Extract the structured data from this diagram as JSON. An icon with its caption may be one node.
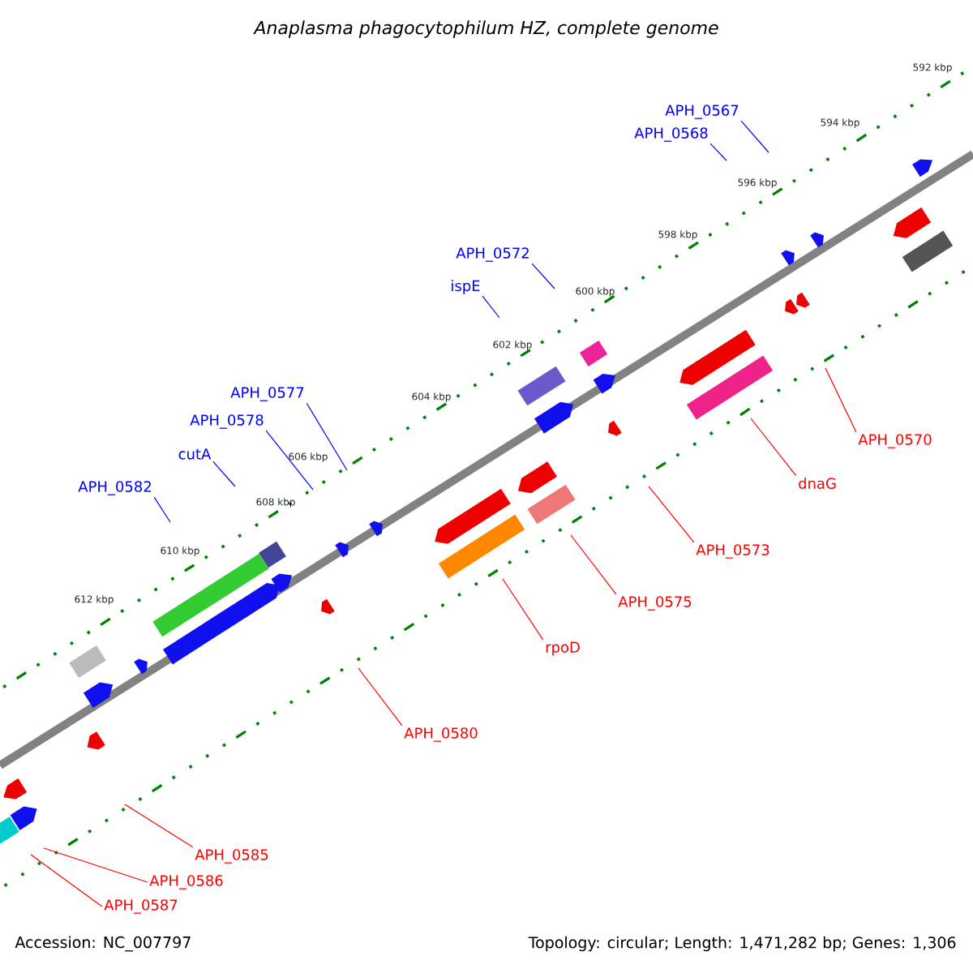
{
  "diagram": {
    "title": "Anaplasma phagocytophilum HZ, complete genome",
    "nodes": [
      {
        "text": [
          "APH_0567"
        ]
      },
      {
        "text": [
          "APH_0568"
        ]
      },
      {
        "text": [
          "APH_0572"
        ]
      },
      {
        "text": [
          "ispE"
        ]
      },
      {
        "text": [
          "APH_0577"
        ]
      },
      {
        "text": [
          "APH_0578"
        ]
      },
      {
        "text": [
          "APH_0570"
        ]
      },
      {
        "text": [
          "cutA"
        ]
      },
      {
        "text": [
          "dnaG"
        ]
      },
      {
        "text": [
          "APH_0582"
        ]
      },
      {
        "text": [
          "APH_0573"
        ]
      },
      {
        "text": [
          "APH_0575"
        ]
      },
      {
        "text": [
          "rpoD"
        ]
      },
      {
        "text": [
          "APH_0580"
        ]
      },
      {
        "text": [
          "APH_0585"
        ]
      },
      {
        "text": [
          "APH_0586"
        ]
      },
      {
        "text": [
          "APH_0587"
        ]
      }
    ],
    "edges": [
      {
        "from": 0,
        "to": null,
        "arrow": "none",
        "color": "#0000ff"
      },
      {
        "from": 1,
        "to": null,
        "arrow": "none",
        "color": "#0000ff"
      },
      {
        "from": 2,
        "to": null,
        "arrow": "none",
        "color": "#0000ff"
      },
      {
        "from": 3,
        "to": null,
        "arrow": "none",
        "color": "#0000ff"
      },
      {
        "from": 4,
        "to": null,
        "arrow": "none",
        "color": "#0000ff"
      },
      {
        "from": 5,
        "to": null,
        "arrow": "none",
        "color": "#0000ff"
      },
      {
        "from": 6,
        "to": null,
        "arrow": "none"
      },
      {
        "from": 7,
        "to": null,
        "arrow": "none",
        "color": "#0000ff"
      },
      {
        "from": 8,
        "to": null,
        "arrow": "none"
      },
      {
        "from": 9,
        "to": null,
        "arrow": "none",
        "color": "#0000ff"
      },
      {
        "from": 10,
        "to": null,
        "arrow": "none"
      },
      {
        "from": 11,
        "to": null,
        "arrow": "none"
      },
      {
        "from": 12,
        "to": null,
        "arrow": "none"
      },
      {
        "from": 13,
        "to": null,
        "arrow": "none"
      },
      {
        "from": 14,
        "to": null,
        "arrow": "none"
      },
      {
        "from": 15,
        "to": null,
        "arrow": "none"
      },
      {
        "from": 16,
        "to": null,
        "arrow": "none"
      }
    ],
    "labels": [
      "592 kbp",
      "594 kbp",
      "596 kbp",
      "598 kbp",
      "600 kbp",
      "602 kbp",
      "604 kbp",
      "606 kbp",
      "608 kbp",
      "610 kbp",
      "612 kbp",
      "Accession: NC_007797",
      "Topology: circular; Length: 1,471,282 bp; Genes: 1,306"
    ]
  }
}
